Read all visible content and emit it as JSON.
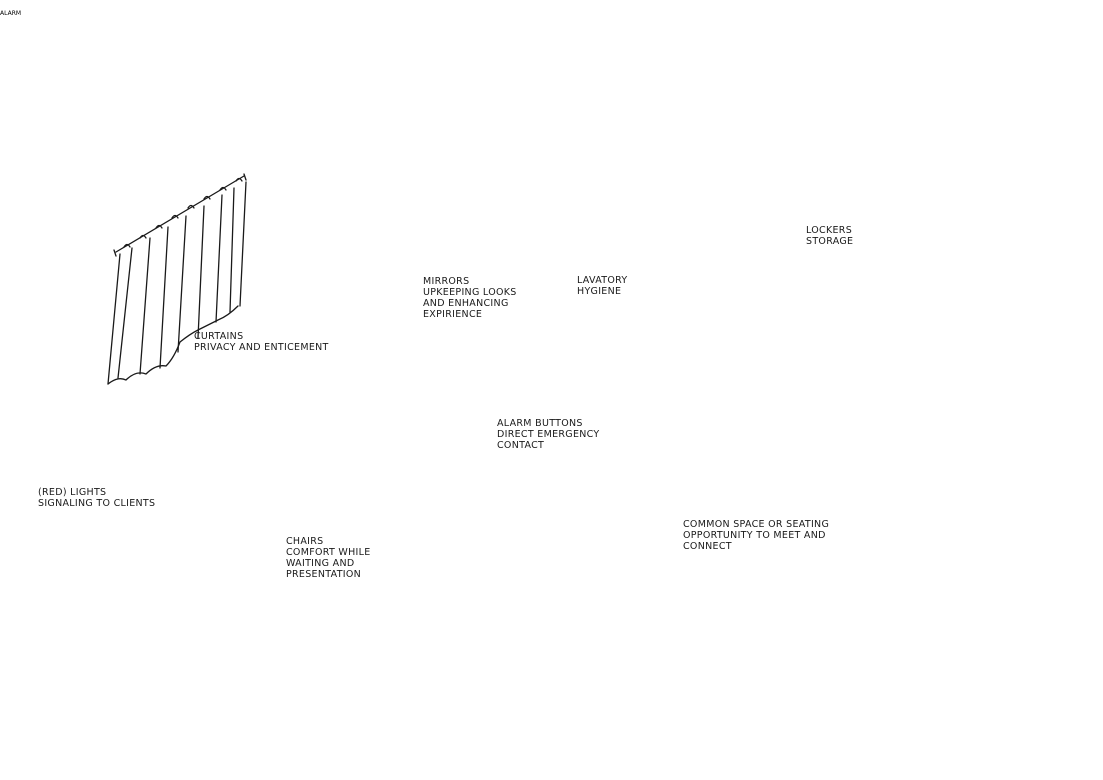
{
  "labels": {
    "curtains": {
      "line1": "CURTAINS",
      "line2": "PRIVACY AND ENTICEMENT"
    },
    "mirrors": {
      "line1": "MIRRORS",
      "line2": "UPKEEPING LOOKS",
      "line3": "AND ENHANCING",
      "line4": "EXPIRIENCE"
    },
    "lavatory": {
      "line1": "LAVATORY",
      "line2": "HYGIENE"
    },
    "lockers": {
      "line1": "LOCKERS",
      "line2": "STORAGE"
    },
    "alarm": {
      "line1": "ALARM BUTTONS",
      "line2": "DIRECT EMERGENCY",
      "line3": "CONTACT",
      "button_text": "ALARM"
    },
    "lights": {
      "line1": "(RED) LIGHTS",
      "line2": "SIGNALING TO CLIENTS"
    },
    "chairs": {
      "line1": "CHAIRS",
      "line2": "COMFORT WHILE",
      "line3": "WAITING AND",
      "line4": "PRESENTATION"
    },
    "common_space": {
      "line1": "COMMON SPACE OR SEATING",
      "line2": "OPPORTUNITY TO MEET AND",
      "line3": "CONNECT"
    }
  }
}
